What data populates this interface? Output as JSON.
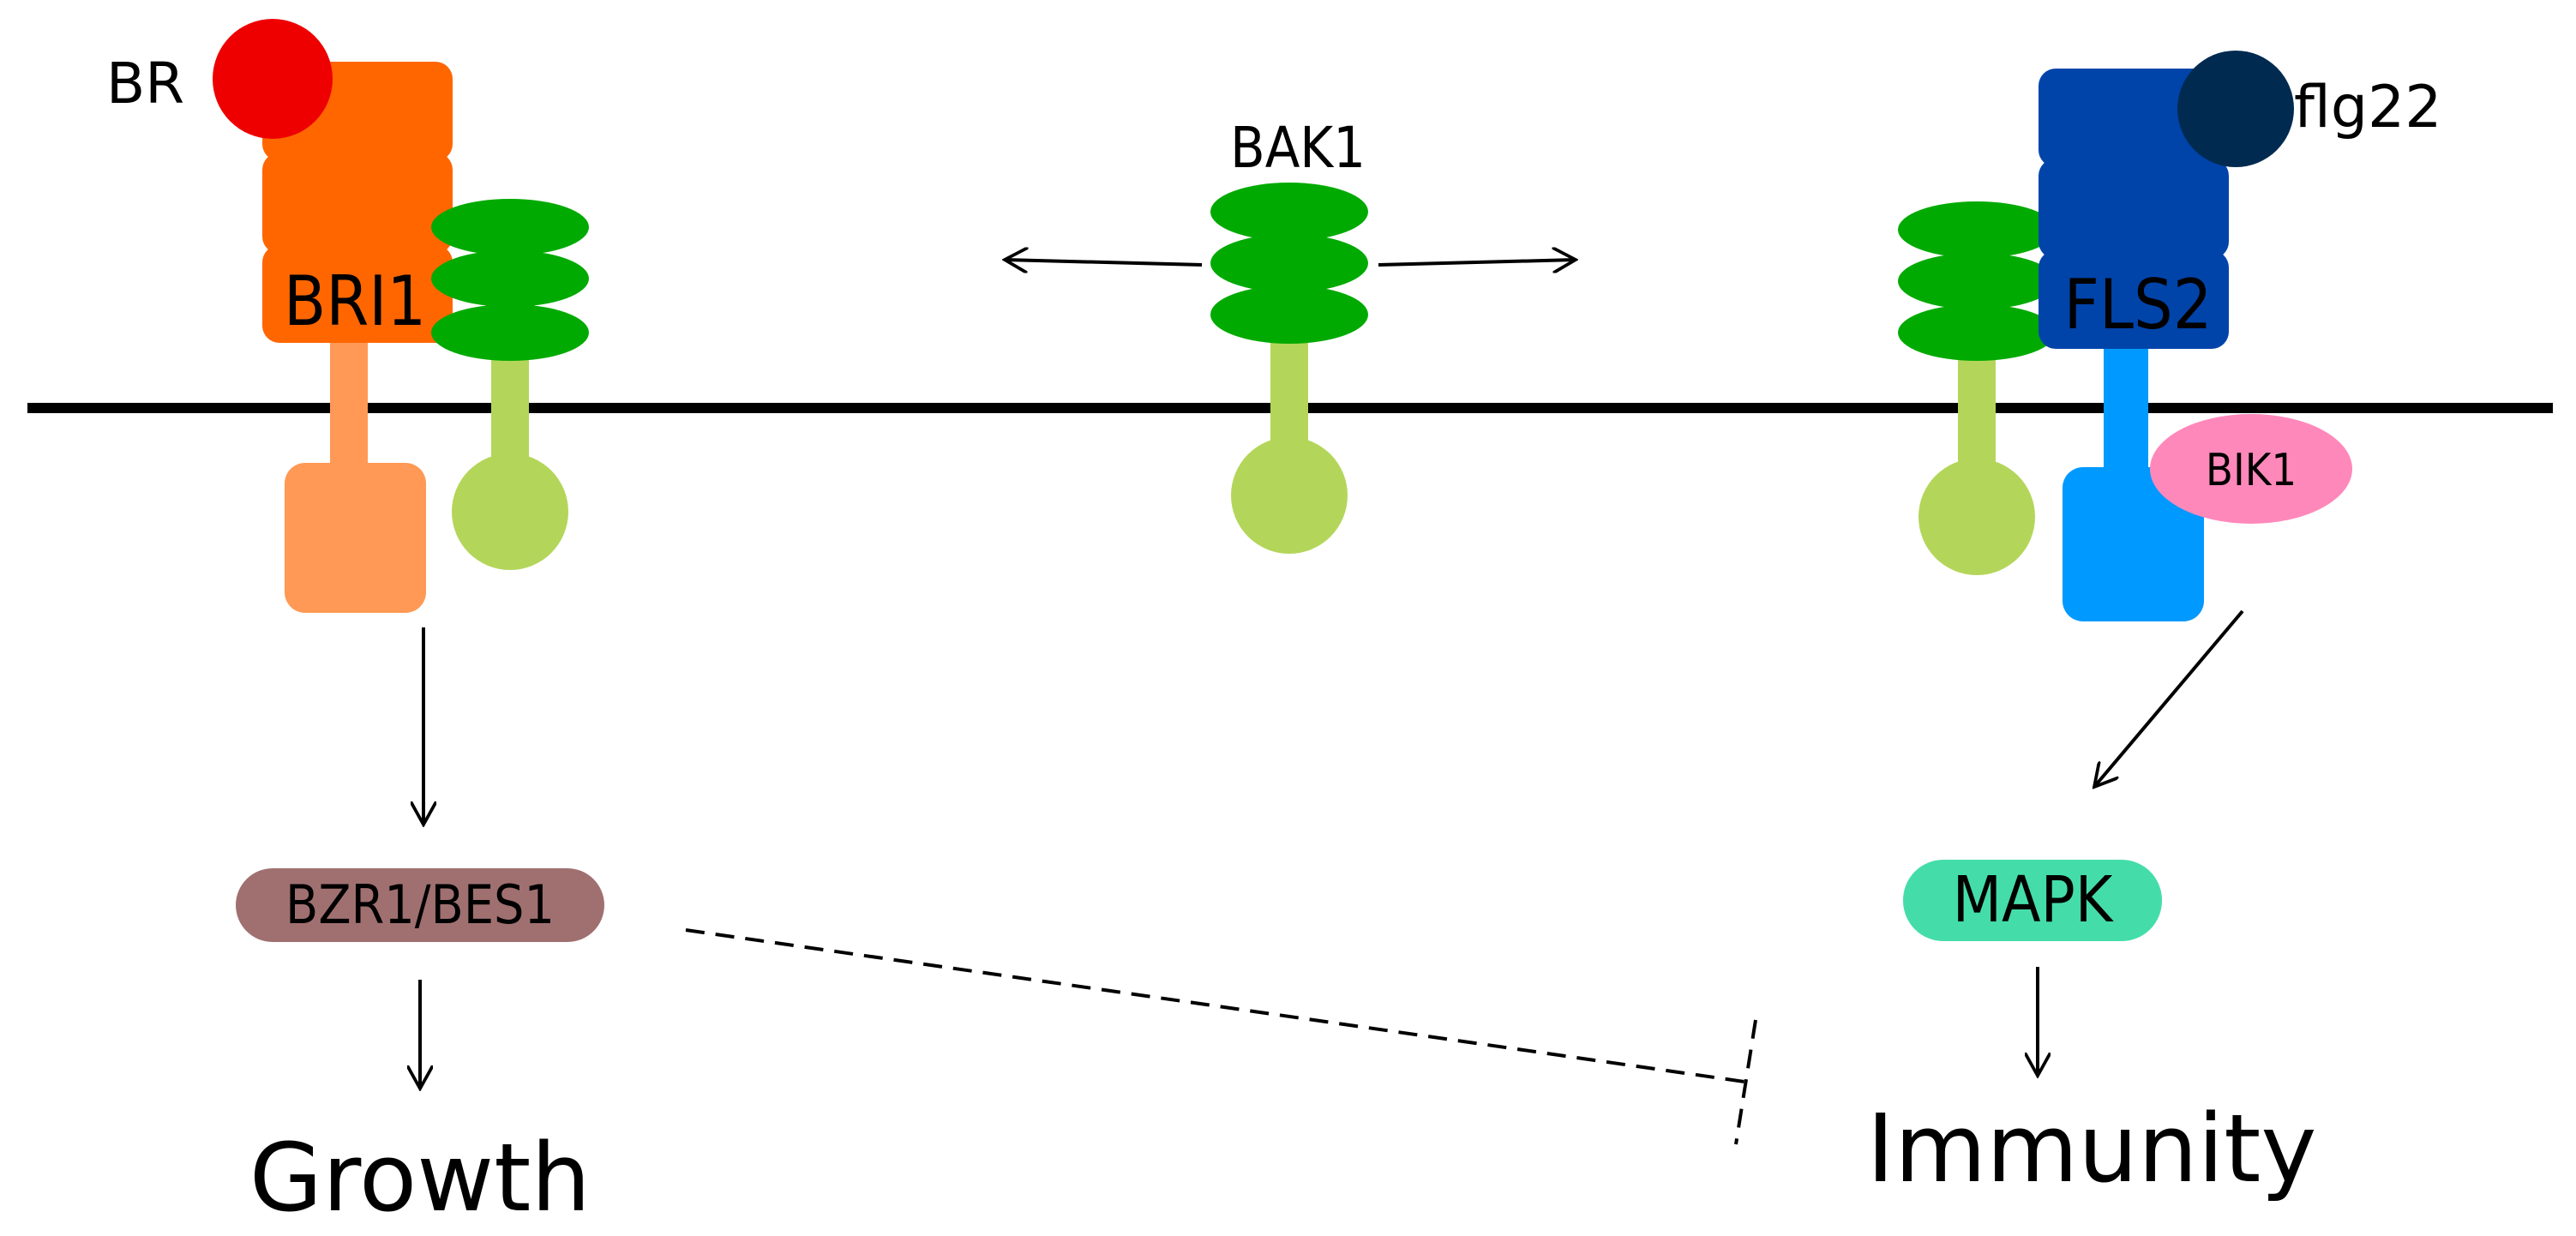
{
  "labels": {
    "br": "BR",
    "bri1": "BRI1",
    "bak1": "BAK1",
    "fls2": "FLS2",
    "flg22": "flg22",
    "bik1": "BIK1",
    "bzr1_bes1": "BZR1/BES1",
    "mapk": "MAPK",
    "growth": "Growth",
    "immunity": "Immunity"
  },
  "colors": {
    "br_ligand": "#ee0000",
    "bri1_extracellular": "#ff6600",
    "bri1_intracellular": "#ff9955",
    "bak1_extracellular": "#00aa00",
    "bak1_intracellular": "#b3d65a",
    "fls2_extracellular": "#0044aa",
    "fls2_intracellular": "#0099ff",
    "flg22_ligand": "#002a50",
    "bik1": "#ff88bb",
    "bzr1_bes1": "#a07070",
    "mapk": "#44ddaa",
    "membrane": "#000000"
  }
}
